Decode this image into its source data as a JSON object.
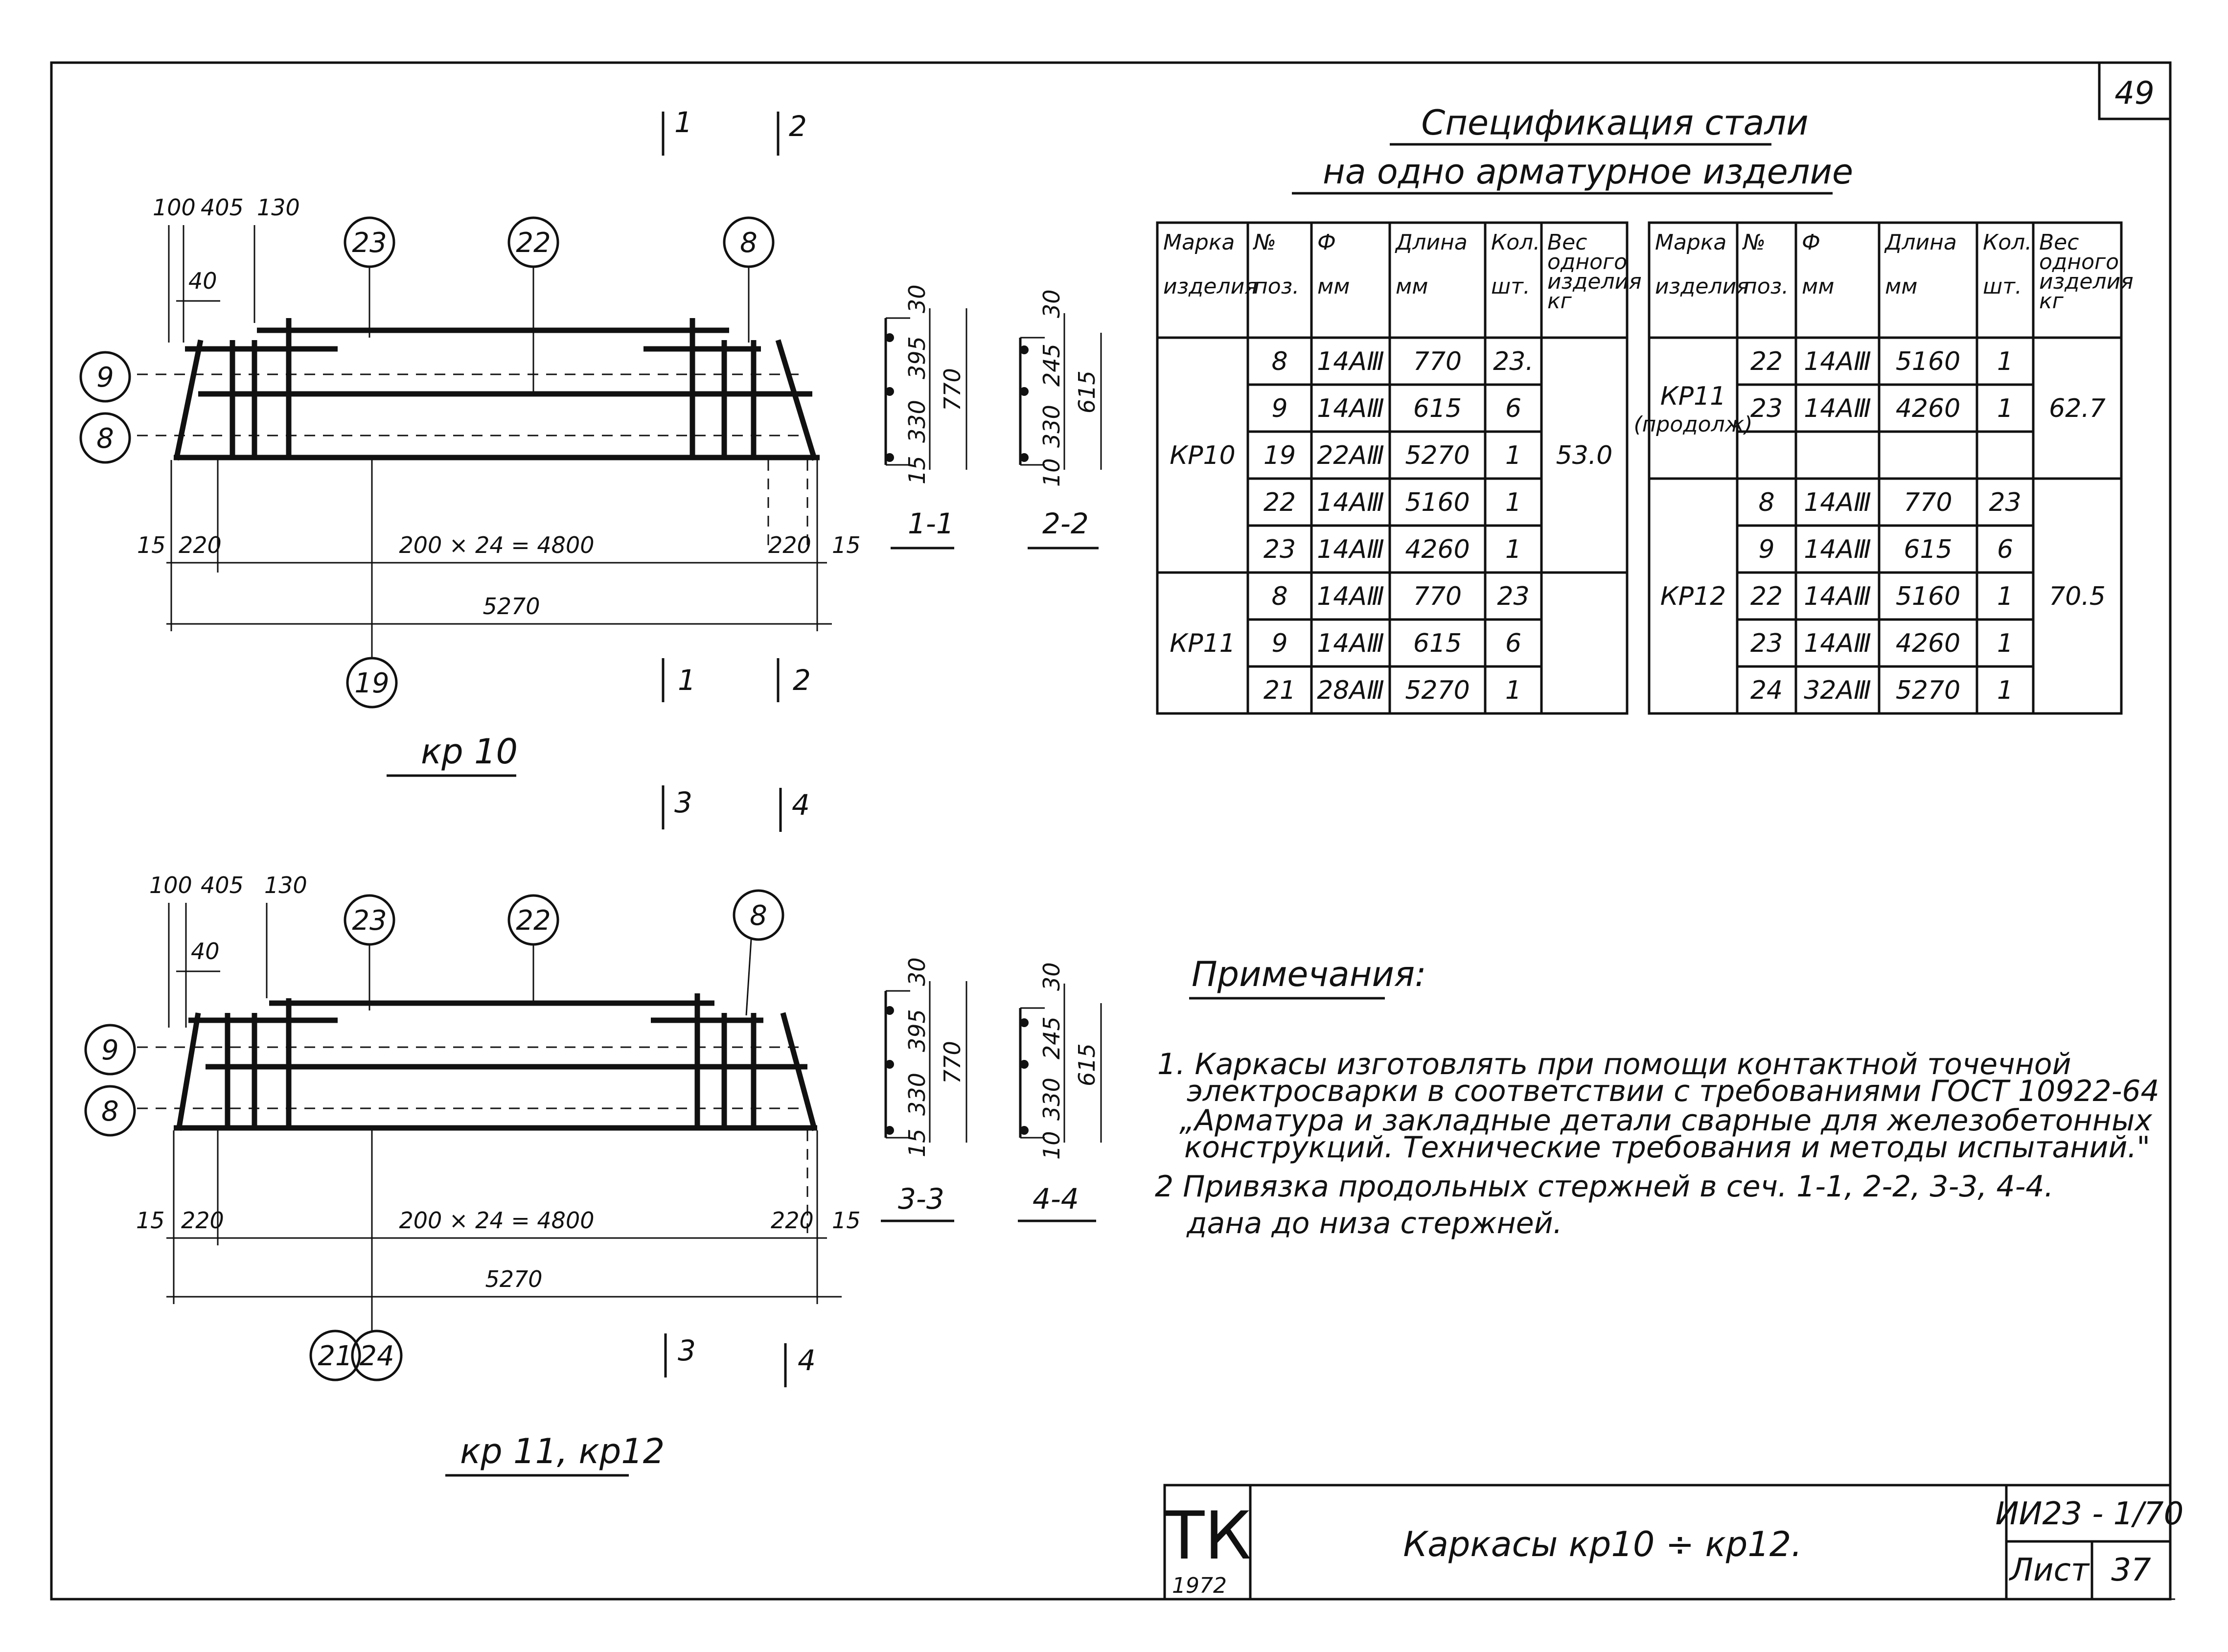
{
  "sheet": {
    "corner_number": "49",
    "stamp": {
      "org": "ТК",
      "year": "1972"
    },
    "sheet_title": "Каркасы  кр10 ÷ кр12.",
    "doc_code": "ИИ23 - 1/70",
    "sheet_label": "Лист",
    "sheet_no": "37"
  },
  "spec": {
    "title_line1": "Спецификация   стали",
    "title_line2": "на  одно  арматурное  изделие",
    "headers": [
      "Марка изделия",
      "№ поз.",
      "Ф мм",
      "Длина мм",
      "Кол. шт.",
      "Вес одного изделия кг"
    ],
    "left_rows": [
      {
        "mark": "КР10",
        "pos": "8",
        "dia": "14AⅢ",
        "len": "770",
        "qty": "23.",
        "weight": "53.0"
      },
      {
        "mark": "",
        "pos": "9",
        "dia": "14AⅢ",
        "len": "615",
        "qty": "6",
        "weight": ""
      },
      {
        "mark": "",
        "pos": "19",
        "dia": "22AⅢ",
        "len": "5270",
        "qty": "1",
        "weight": ""
      },
      {
        "mark": "",
        "pos": "22",
        "dia": "14AⅢ",
        "len": "5160",
        "qty": "1",
        "weight": ""
      },
      {
        "mark": "",
        "pos": "23",
        "dia": "14AⅢ",
        "len": "4260",
        "qty": "1",
        "weight": ""
      },
      {
        "mark": "КР11",
        "pos": "8",
        "dia": "14AⅢ",
        "len": "770",
        "qty": "23",
        "weight": ""
      },
      {
        "mark": "",
        "pos": "9",
        "dia": "14AⅢ",
        "len": "615",
        "qty": "6",
        "weight": ""
      },
      {
        "mark": "",
        "pos": "21",
        "dia": "28AⅢ",
        "len": "5270",
        "qty": "1",
        "weight": ""
      }
    ],
    "right_rows": [
      {
        "mark": "КР11 (продолж)",
        "pos": "22",
        "dia": "14AⅢ",
        "len": "5160",
        "qty": "1",
        "weight": "62.7"
      },
      {
        "mark": "",
        "pos": "23",
        "dia": "14AⅢ",
        "len": "4260",
        "qty": "1",
        "weight": ""
      },
      {
        "mark": "",
        "pos": "",
        "dia": "",
        "len": "",
        "qty": "",
        "weight": ""
      },
      {
        "mark": "КР12",
        "pos": "8",
        "dia": "14AⅢ",
        "len": "770",
        "qty": "23",
        "weight": "70.5"
      },
      {
        "mark": "",
        "pos": "9",
        "dia": "14AⅢ",
        "len": "615",
        "qty": "6",
        "weight": ""
      },
      {
        "mark": "",
        "pos": "22",
        "dia": "14AⅢ",
        "len": "5160",
        "qty": "1",
        "weight": ""
      },
      {
        "mark": "",
        "pos": "23",
        "dia": "14AⅢ",
        "len": "4260",
        "qty": "1",
        "weight": ""
      },
      {
        "mark": "",
        "pos": "24",
        "dia": "32AⅢ",
        "len": "5270",
        "qty": "1",
        "weight": ""
      }
    ]
  },
  "notes": {
    "heading": "Примечания:",
    "lines": [
      "1. Каркасы изготовлять при помощи контактной точечной",
      "электросварки в соответствии с требованиями ГОСТ 10922-64",
      "„Арматура и  закладные  детали  сварные для железобетонных",
      "конструкций. Технические требования и методы испытаний.\"",
      "2  Привязка  продольных  стержней в сеч. 1-1, 2-2, 3-3, 4-4.",
      "дана до  низа стержней."
    ]
  },
  "frames": [
    {
      "caption": "кр 10",
      "cuts": [
        "1",
        "2"
      ],
      "dims_top": [
        "100",
        "405",
        "130",
        "40"
      ],
      "dims_bottom": [
        "15",
        "220",
        "200 × 24 = 4800",
        "220",
        "15"
      ],
      "overall": "5270",
      "positions_top": [
        "23",
        "22",
        "8"
      ],
      "positions_left": [
        "9",
        "8"
      ],
      "positions_bottom": [
        "19"
      ]
    },
    {
      "caption": "кр 11, кр12",
      "cuts": [
        "3",
        "4"
      ],
      "dims_top": [
        "100",
        "405",
        "130",
        "40"
      ],
      "dims_bottom": [
        "15",
        "220",
        "200 × 24 = 4800",
        "220",
        "15"
      ],
      "overall": "5270",
      "positions_top": [
        "23",
        "22",
        "8"
      ],
      "positions_left": [
        "9",
        "8"
      ],
      "positions_bottom": [
        "21",
        "24"
      ]
    }
  ],
  "sections": [
    {
      "label": "1-1",
      "dims": [
        "30",
        "395",
        "330",
        "15"
      ],
      "total": "770"
    },
    {
      "label": "2-2",
      "dims": [
        "30",
        "245",
        "330",
        "10"
      ],
      "total": "615"
    },
    {
      "label": "3-3",
      "dims": [
        "30",
        "395",
        "330",
        "15"
      ],
      "total": "770"
    },
    {
      "label": "4-4",
      "dims": [
        "30",
        "245",
        "330",
        "10"
      ],
      "total": "615"
    }
  ]
}
